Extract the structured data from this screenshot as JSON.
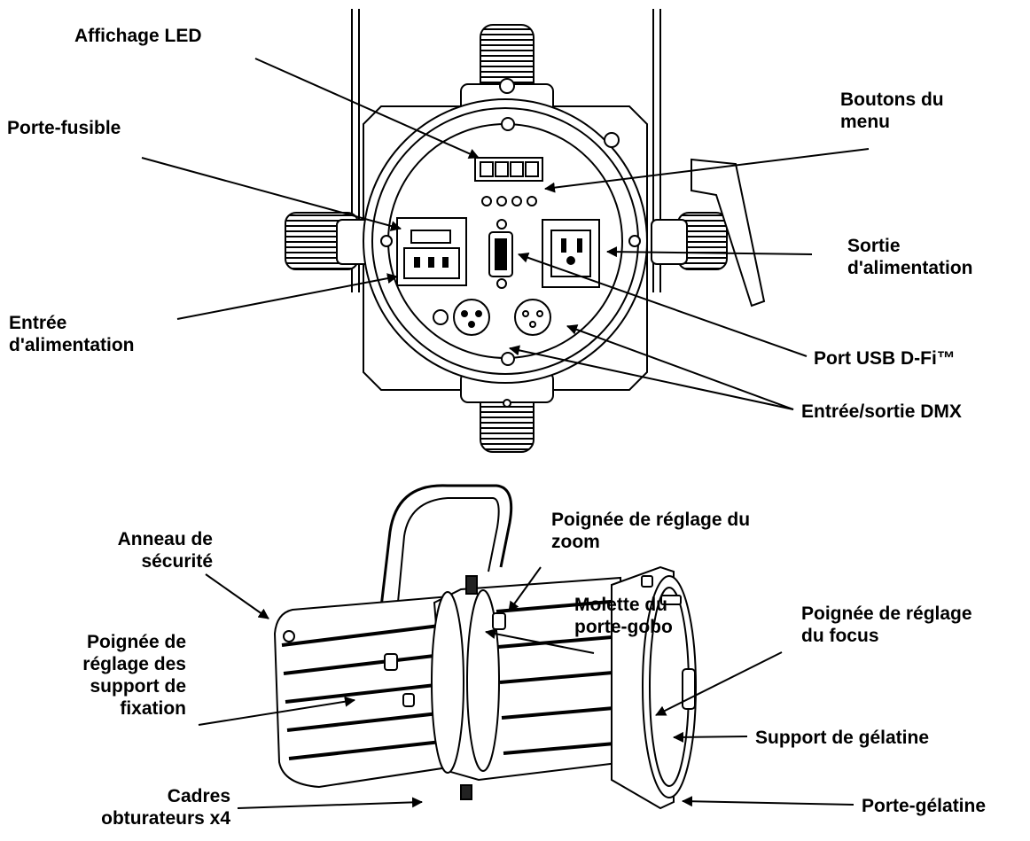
{
  "rear_view_labels": {
    "affichage_led": "Affichage LED",
    "porte_fusible": "Porte-fusible",
    "boutons_menu": [
      "Boutons du",
      "menu"
    ],
    "sortie_alimentation": [
      "Sortie",
      "d'alimentation"
    ],
    "entree_alimentation": [
      "Entrée",
      "d'alimentation"
    ],
    "port_usb": "Port USB D-Fi™",
    "dmx": "Entrée/sortie DMX"
  },
  "side_view_labels": {
    "anneau_securite": [
      "Anneau de",
      "sécurité"
    ],
    "poignee_zoom": [
      "Poignée de réglage du",
      "zoom"
    ],
    "molette_gobo": [
      "Molette du",
      "porte-gobo"
    ],
    "poignee_focus": [
      "Poignée de réglage",
      "du focus"
    ],
    "poignee_support": [
      "Poignée de",
      "réglage des",
      "support de",
      "fixation"
    ],
    "support_gelatine": "Support de gélatine",
    "cadres": [
      "Cadres",
      "obturateurs x4"
    ],
    "porte_gelatine": "Porte-gélatine"
  },
  "colors": {
    "line": "#000000",
    "fill": "#ffffff",
    "shade": "#9a9a9a"
  }
}
